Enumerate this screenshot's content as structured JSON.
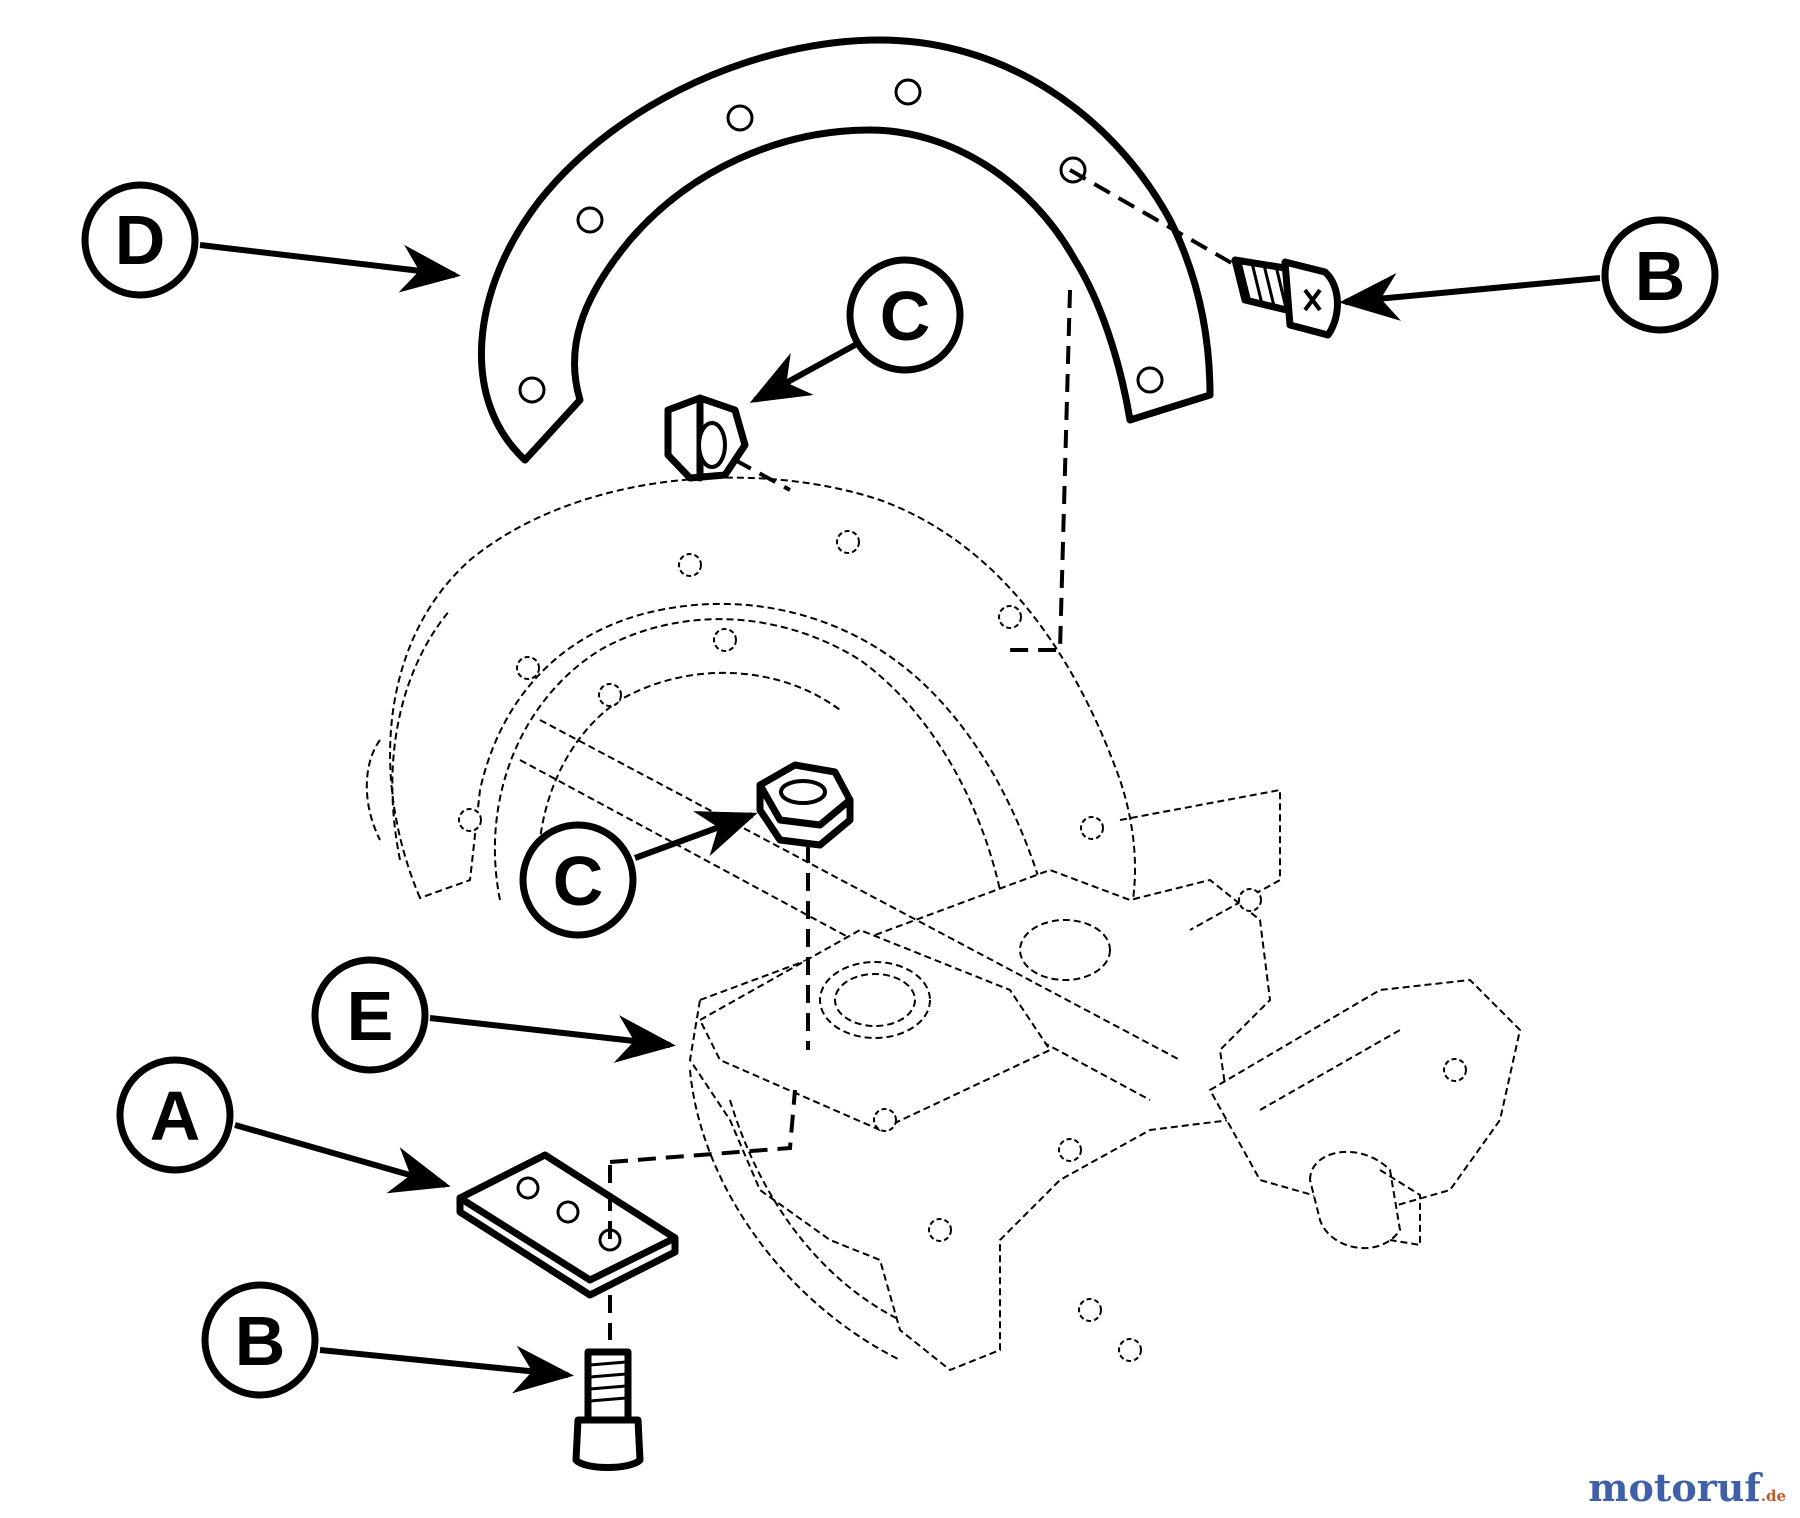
{
  "diagram": {
    "callouts": [
      {
        "id": "D",
        "label": "D"
      },
      {
        "id": "B-top",
        "label": "B"
      },
      {
        "id": "C-top",
        "label": "C"
      },
      {
        "id": "C-mid",
        "label": "C"
      },
      {
        "id": "E",
        "label": "E"
      },
      {
        "id": "A",
        "label": "A"
      },
      {
        "id": "B-bottom",
        "label": "B"
      }
    ]
  },
  "watermark": {
    "text": "motoruf",
    "tld": ".de",
    "color": "#3f5fa8"
  }
}
